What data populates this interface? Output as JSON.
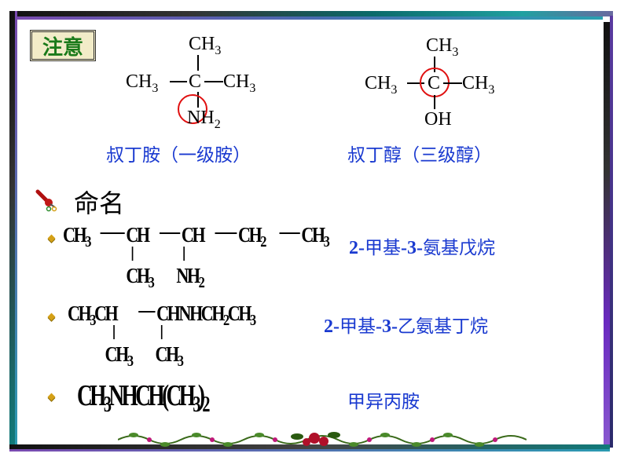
{
  "note_label": "注意",
  "tbutylamine": {
    "top": "CH",
    "top_sub": "3",
    "left": "CH",
    "left_sub": "3",
    "center": "C",
    "right": "CH",
    "right_sub": "3",
    "bottom_n": "N",
    "bottom_h": "H",
    "bottom_sub": "2",
    "caption": "叔丁胺（一级胺）"
  },
  "tbutanol": {
    "top": "CH",
    "top_sub": "3",
    "left": "CH",
    "left_sub": "3",
    "center": "C",
    "right": "CH",
    "right_sub": "3",
    "bottom": "OH",
    "caption": "叔丁醇（三级醇）"
  },
  "section_heading": "命名",
  "examples": [
    {
      "name_num1": "2-",
      "name_mid": "甲基",
      "name_num2": "-3-",
      "name_end": "氨基戊烷"
    },
    {
      "name_num1": "2-",
      "name_mid": "甲基",
      "name_num2": "-3-",
      "name_end": "乙氨基丁烷"
    },
    {
      "name": "甲异丙胺"
    }
  ],
  "colors": {
    "caption_blue": "#1a3ad0",
    "circle_red": "#e01010",
    "note_green": "#1a7a1a",
    "note_bg": "#f2ecc8",
    "bullet_gold": "#d4a017"
  }
}
